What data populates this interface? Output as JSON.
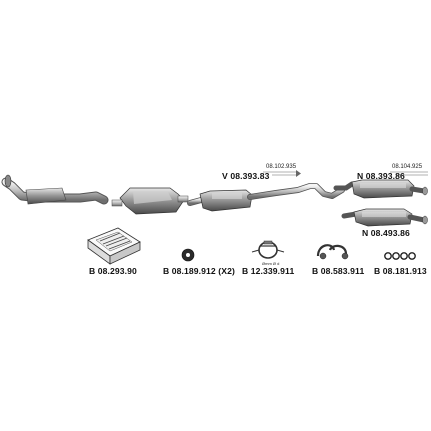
{
  "main_parts": {
    "v_part": "V 08.393.83",
    "v_ref": "08.102.935",
    "n_part_upper": "N 08.393.86",
    "n_ref": "08.104.925",
    "n_part_lower": "N 08.493.86"
  },
  "accessories": [
    {
      "code": "B 08.293.90",
      "icon": "mounting-kit-box-icon"
    },
    {
      "code": "B 08.189.912 (X2)",
      "icon": "rubber-hanger-icon"
    },
    {
      "code": "B 12.339.911",
      "icon": "pipe-clamp-icon"
    },
    {
      "code": "B 08.583.911",
      "icon": "clamp-bracket-icon"
    },
    {
      "code": "B 08.181.913",
      "icon": "rubber-rings-icon"
    }
  ],
  "clamp_tag": "Ømm  Ø d"
}
